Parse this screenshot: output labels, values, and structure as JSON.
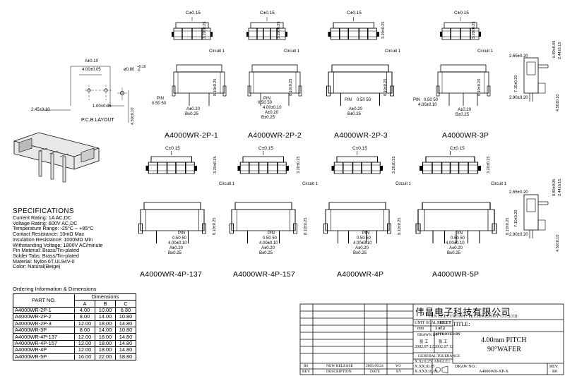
{
  "part_labels": {
    "p2p1": "A4000WR-2P-1",
    "p2p2": "A4000WR-2P-2",
    "p2p3": "A4000WR-2P-3",
    "p3p": "A4000WR-3P",
    "p4p137": "A4000WR-4P-137",
    "p4p157": "A4000WR-4P-157",
    "p4p": "A4000WR-4P",
    "p5p": "A4000WR-5P"
  },
  "dims": {
    "c": "C±0.15",
    "a": "A±0.20",
    "b": "B±0.25",
    "pin": "PIN",
    "pin_dims": "0.50  50",
    "pitch": "4.00±0.10",
    "circuit": "Circuit 1",
    "h1": "3.20±0.25",
    "h2": "8.10±0.25",
    "s1": "2.65±0.20",
    "s2": "2.90±0.20",
    "s3": "0.80±0.05",
    "s4": "2.44±0.15",
    "s5": "7.10±0.20",
    "s6": "4.50±0.10"
  },
  "pcb": {
    "title": "P.C.B  LAYOUT",
    "a": "A±0.10",
    "pitch": "4.00±0.05",
    "hole": "ø0.80",
    "hole_tol": "+0.10\n-0",
    "d1": "2.45±0.10",
    "d2": "1.00±0.05",
    "d3": "4.50±0.10"
  },
  "specs": {
    "heading": "SPECIFICATIONS",
    "lines": [
      "Current Rating: 1A AC,DC",
      "Voltage Rating: 600V AC,DC",
      "Temperature Range: -25°C ~ +85°C",
      "Contact Resistance: 10mΩ Max",
      "Insulation Resistance: 1000MΩ Min",
      "Withstanding Voltage: 1800V AC/minute",
      "Pin Material: Brass/Tin-plated",
      "Solder Tabs: Brass/Tin-plated",
      "Material: Nylon 6T,UL94V-0",
      "Color: Natural(Beige)"
    ]
  },
  "ordering": {
    "caption": "Ordering Information & Dimensions",
    "part_no": "PART NO.",
    "dimensions": "Dimensions",
    "cols": [
      "A",
      "B",
      "C"
    ],
    "rows": [
      {
        "part": "A4000WR-2P-1",
        "a": "4.00",
        "b": "10.00",
        "c": "6.80"
      },
      {
        "part": "A4000WR-2P-2",
        "a": "8.00",
        "b": "14.00",
        "c": "10.80"
      },
      {
        "part": "A4000WR-2P-3",
        "a": "12.00",
        "b": "18.00",
        "c": "14.80"
      },
      {
        "part": "A4000WR-3P",
        "a": "8.00",
        "b": "14.00",
        "c": "10.80"
      },
      {
        "part": "A4000WR-4P-137",
        "a": "12.00",
        "b": "18.00",
        "c": "14.80"
      },
      {
        "part": "A4000WR-4P-157",
        "a": "12.00",
        "b": "18.00",
        "c": "14.80"
      },
      {
        "part": "A4000WR-4P",
        "a": "12.00",
        "b": "18.00",
        "c": "14.80"
      },
      {
        "part": "A4000WR-5P",
        "a": "16.00",
        "b": "22.00",
        "c": "18.80"
      }
    ]
  },
  "title_block": {
    "company_cn": "伟昌电子科技有限公司",
    "company_en": "TRN ELECTRONIC TECHNOLOGY CO.,LTD",
    "unit": "UNIT",
    "unit_val": "mm",
    "scale": "SCALE",
    "sheet": "SHEET",
    "sheet_val": "1 of 2",
    "title_label": "TITLE:",
    "title1": "4.00mm PITCH",
    "title2": "90°WAFER",
    "drawn_by": "DRAWN BY",
    "drawn_name": "张 工",
    "drawn_date": "2002.07.12",
    "approved_by": "APPROVED BY",
    "approved_name": "张 工",
    "approved_date": "2002.07.12",
    "general_tol": "GENERAL TOLERANCE",
    "tol1": "X.X±0.25",
    "tol2": "X.XX±0.15",
    "tol3": "X.XXX±0.05",
    "angle": "ANGLE±",
    "draw_no_label": "DRAW NO.:",
    "draw_no": "A4000WR-XP-X",
    "rev_label": "REV.",
    "rev_val": "R0",
    "rev_row_rev": "R0",
    "rev_row_desc": "NEW RELEASE",
    "rev_row_date": "2005.09.24",
    "rev_row_by": "WJ",
    "hdr_rev": "REV.",
    "hdr_desc": "DESCRIPTION",
    "hdr_date": "DATE",
    "hdr_by": "BY"
  }
}
